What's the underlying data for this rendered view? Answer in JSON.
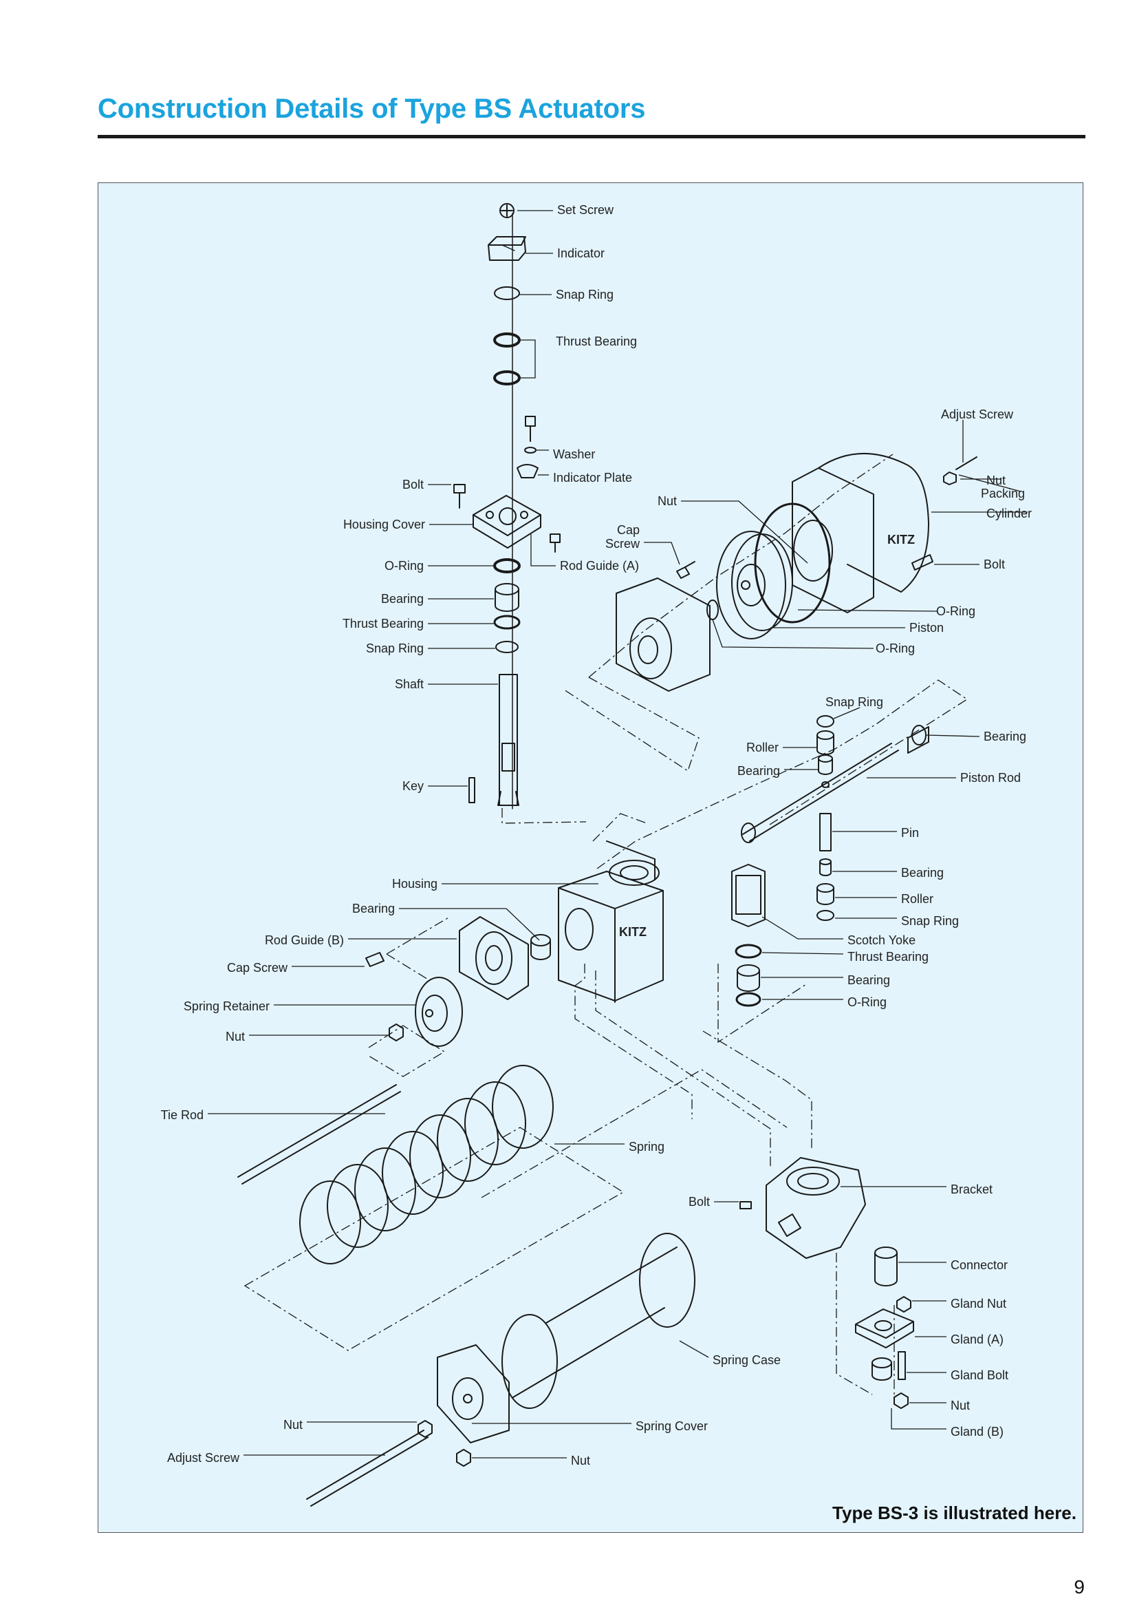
{
  "page": {
    "title": "Construction Details of Type BS Actuators",
    "caption": "Type BS-3 is illustrated here.",
    "page_number": "9"
  },
  "colors": {
    "title": "#1aa3de",
    "panel_background": "#e3f4fc",
    "line": "#1a1a1a"
  },
  "labels": [
    "Set Screw",
    "Indicator",
    "Snap Ring",
    "Thrust Bearing",
    "Adjust Screw",
    "Washer",
    "Indicator Plate",
    "Bolt",
    "Nut",
    "Packing",
    "Cylinder",
    "Housing Cover",
    "Cap Screw",
    "Bolt",
    "O-Ring",
    "Rod Guide (A)",
    "Bearing",
    "O-Ring",
    "Thrust Bearing",
    "Piston",
    "Snap Ring",
    "O-Ring",
    "Shaft",
    "Snap Ring",
    "Bearing",
    "Roller",
    "Bearing",
    "Piston Rod",
    "Key",
    "Pin",
    "Housing",
    "Bearing",
    "Bearing",
    "Roller",
    "Snap Ring",
    "Rod Guide (B)",
    "Scotch Yoke",
    "Thrust Bearing",
    "Cap Screw",
    "Bearing",
    "O-Ring",
    "Spring Retainer",
    "Nut",
    "Tie Rod",
    "Spring",
    "Bracket",
    "Bolt",
    "Connector",
    "Gland Nut",
    "Gland (A)",
    "Spring Case",
    "Gland Bolt",
    "Nut",
    "Nut",
    "Spring Cover",
    "Gland (B)",
    "Adjust Screw",
    "Nut",
    "Nut"
  ],
  "icons": [
    "kitz-logo"
  ]
}
